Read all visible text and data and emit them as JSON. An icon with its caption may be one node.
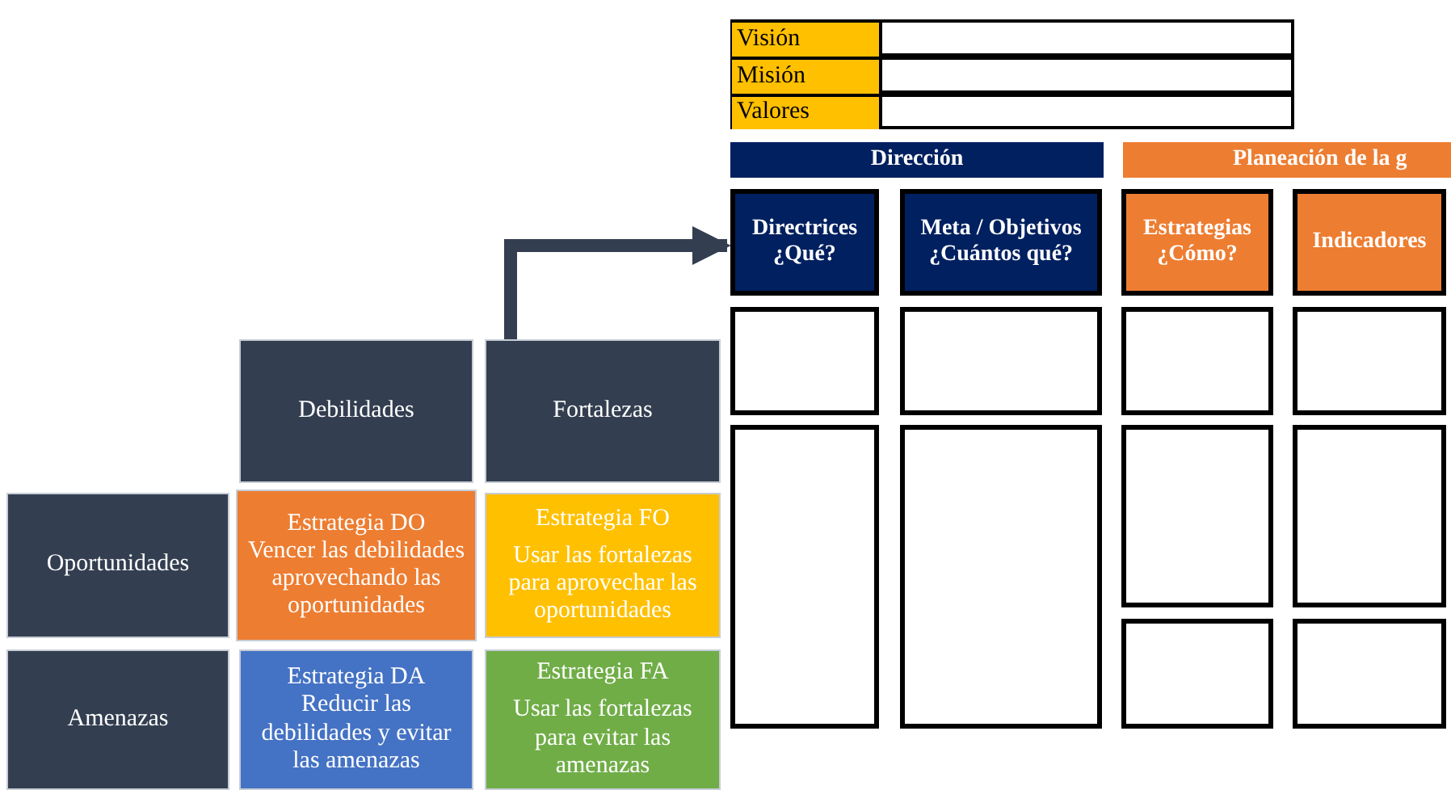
{
  "diagram": {
    "nodes": [
      {
        "text": [
          "Visión"
        ]
      },
      {
        "text": [],
        "shape": "box"
      },
      {
        "text": [
          "Misión"
        ]
      },
      {
        "text": [],
        "shape": "box"
      },
      {
        "text": [
          "Valores"
        ]
      },
      {
        "text": [],
        "shape": "box"
      },
      {
        "text": [
          "Dirección"
        ]
      },
      {
        "text": [
          "Planeación de la g"
        ]
      },
      {
        "text": [
          "Directrices ¿Qué?"
        ]
      },
      {
        "text": [
          "Meta / Objetivos ¿Cuántos qué?"
        ]
      },
      {
        "text": [
          "Estrategias ¿Cómo?"
        ]
      },
      {
        "text": [
          "Indicadores"
        ]
      },
      {
        "text": [],
        "shape": "box"
      },
      {
        "text": [],
        "shape": "box"
      },
      {
        "text": [],
        "shape": "box"
      },
      {
        "text": [],
        "shape": "box"
      },
      {
        "text": [],
        "shape": "box"
      },
      {
        "text": [],
        "shape": "box"
      },
      {
        "text": [],
        "shape": "box"
      },
      {
        "text": [],
        "shape": "box"
      },
      {
        "text": [],
        "shape": "box"
      },
      {
        "text": [],
        "shape": "box"
      },
      {
        "text": [
          "Debilidades"
        ]
      },
      {
        "text": [
          "Fortalezas"
        ]
      },
      {
        "text": [
          "Oportunidades"
        ]
      },
      {
        "text": [
          "Estrategia DO",
          "Vencer las debilidades aprovechando las oportunidades"
        ]
      },
      {
        "text": [
          "Estrategia FO",
          "Usar las fortalezas para aprovechar las oportunidades"
        ]
      },
      {
        "text": [
          "Amenazas"
        ]
      },
      {
        "text": [
          "Estrategia DA",
          "Reducir las debilidades y evitar las amenazas"
        ]
      },
      {
        "text": [
          "Estrategia FA",
          "Usar las fortalezas para evitar las amenazas"
        ]
      }
    ],
    "edges": [
      {
        "from": 23,
        "to": 8,
        "arrow": "to"
      }
    ]
  }
}
